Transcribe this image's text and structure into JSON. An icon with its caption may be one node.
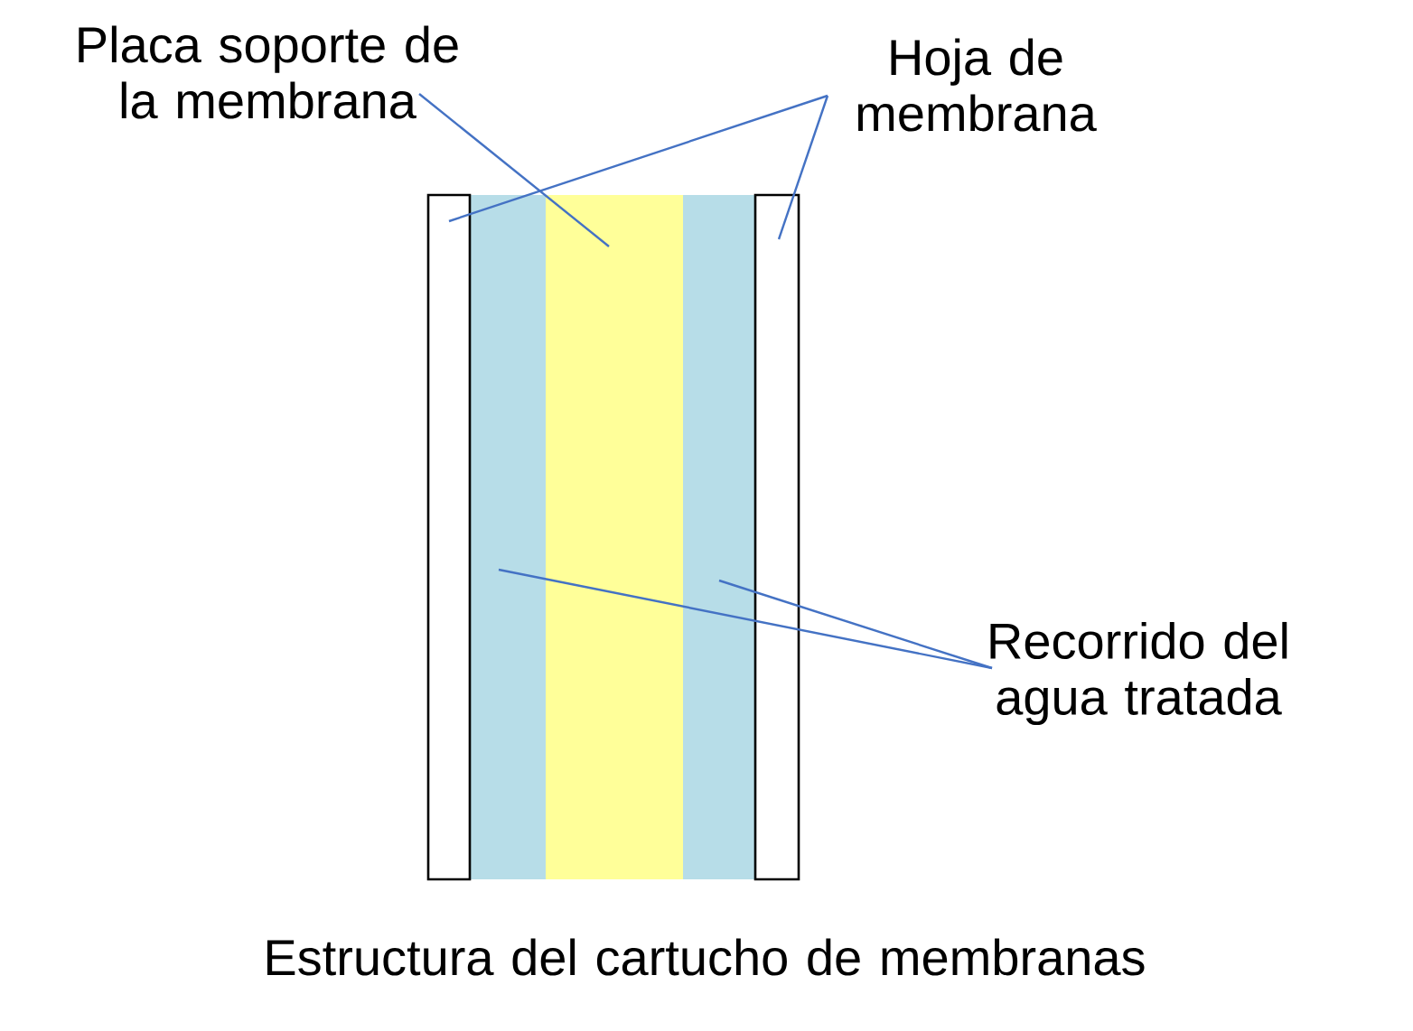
{
  "diagram": {
    "caption": "Estructura del cartucho de membranas",
    "nodes": [
      {
        "text": [
          "Placa soporte de la membrana"
        ]
      },
      {
        "text": [
          "Hoja de membrana"
        ]
      },
      {
        "text": [
          "Recorrido del agua tratada"
        ]
      },
      {
        "text": [],
        "shape": "box"
      },
      {
        "text": [],
        "shape": "box"
      },
      {
        "text": [],
        "shape": "box"
      },
      {
        "text": [],
        "shape": "box"
      },
      {
        "text": [],
        "shape": "box"
      }
    ],
    "edges": [
      {
        "from": 0,
        "to": 5,
        "arrow": "none"
      },
      {
        "from": 1,
        "to": 3,
        "arrow": "none"
      },
      {
        "from": 1,
        "to": 7,
        "arrow": "none"
      },
      {
        "from": 2,
        "to": 4,
        "arrow": "none"
      },
      {
        "from": 2,
        "to": 6,
        "arrow": "none"
      }
    ]
  }
}
